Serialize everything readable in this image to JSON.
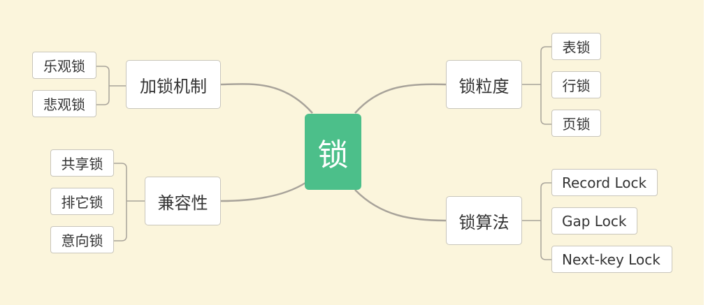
{
  "diagram": {
    "root": {
      "label": "锁"
    },
    "branches": [
      {
        "label": "加锁机制",
        "children": [
          "乐观锁",
          "悲观锁"
        ]
      },
      {
        "label": "兼容性",
        "children": [
          "共享锁",
          "排它锁",
          "意向锁"
        ]
      },
      {
        "label": "锁粒度",
        "children": [
          "表锁",
          "行锁",
          "页锁"
        ]
      },
      {
        "label": "锁算法",
        "children": [
          "Record Lock",
          "Gap Lock",
          "Next-key Lock"
        ]
      }
    ]
  },
  "colors": {
    "background": "#fbf5dc",
    "root_fill": "#4cbf8a",
    "node_fill": "#ffffff",
    "node_border": "#c8c5bb",
    "connector": "#a8a39a",
    "text": "#333333"
  }
}
